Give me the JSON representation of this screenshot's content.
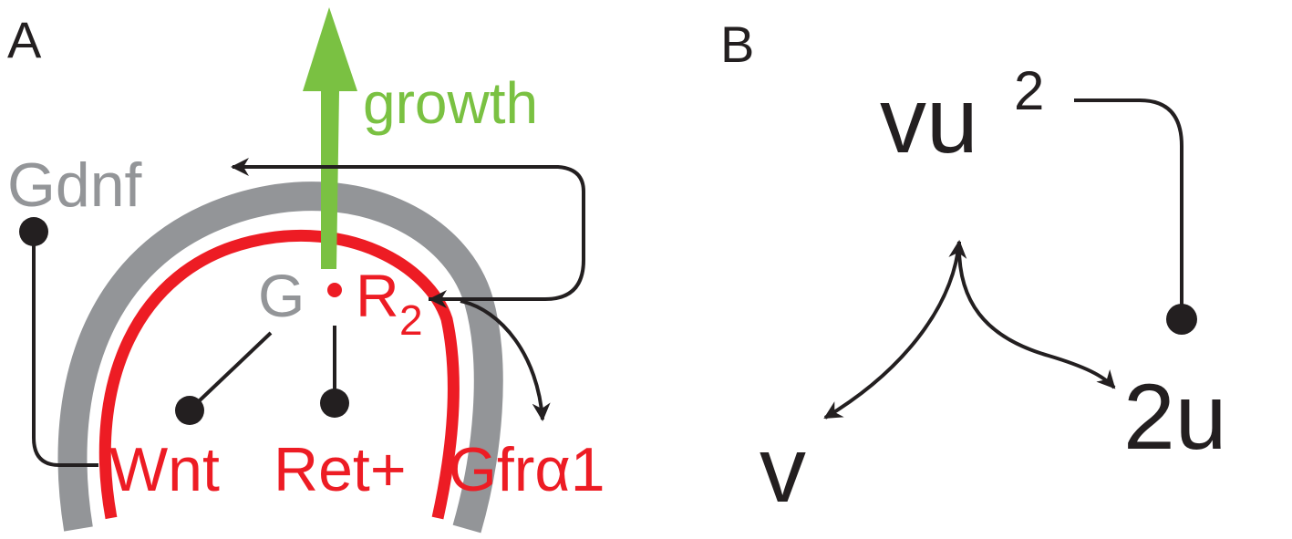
{
  "panel_a": {
    "label": "A",
    "growth": "growth",
    "gdnf": "Gdnf",
    "complex": {
      "g": "G",
      "r": "R",
      "r_sub": "2"
    },
    "bottom_labels": {
      "wnt": "Wnt",
      "ret": "Ret+",
      "gfra1": "Gfrα1"
    }
  },
  "panel_b": {
    "label": "B",
    "vu2_base": "vu",
    "vu2_exp": "2",
    "v": "v",
    "two_u": "2u"
  },
  "colors": {
    "ink": "#231f20",
    "red": "#ed1c24",
    "gray": "#939598",
    "green": "#7ac142"
  }
}
